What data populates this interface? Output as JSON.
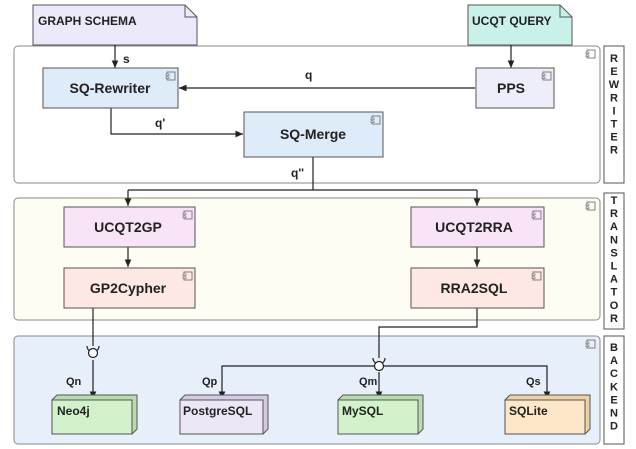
{
  "inputs": {
    "graph_schema": "GRAPH SCHEMA",
    "ucqt_query": "UCQT QUERY"
  },
  "layers": {
    "rewriter": {
      "label": "REWRITER",
      "sq_rewriter": "SQ-Rewriter",
      "pps": "PPS",
      "sq_merge": "SQ-Merge"
    },
    "translator": {
      "label": "TRANSLATOR",
      "ucqt2gp": "UCQT2GP",
      "ucqt2rra": "UCQT2RRA",
      "gp2cypher": "GP2Cypher",
      "rra2sql": "RRA2SQL"
    },
    "backend": {
      "label": "BACKEND",
      "neo4j": "Neo4j",
      "postgresql": "PostgreSQL",
      "mysql": "MySQL",
      "sqlite": "SQLite"
    }
  },
  "edges": {
    "s": "s",
    "q": "q",
    "q_prime": "q'",
    "q_double_prime": "q''",
    "qn": "Qn",
    "qp": "Qp",
    "qm": "Qm",
    "qs": "Qs"
  },
  "colors": {
    "input_schema": "#ece9fb",
    "input_query": "#c9f1ea",
    "rewriter_bg": "#ffffff",
    "translator_bg": "#fdfdf4",
    "backend_bg": "#e6effa",
    "blue_node": "#deebf8",
    "pps_node": "#eeeefb",
    "pink_node": "#f8e4f6",
    "salmon_node": "#fde8e4",
    "neo4j": "#d3f2cc",
    "postgresql": "#ece7f7",
    "mysql": "#d3f2cc",
    "sqlite": "#fde7c8"
  }
}
